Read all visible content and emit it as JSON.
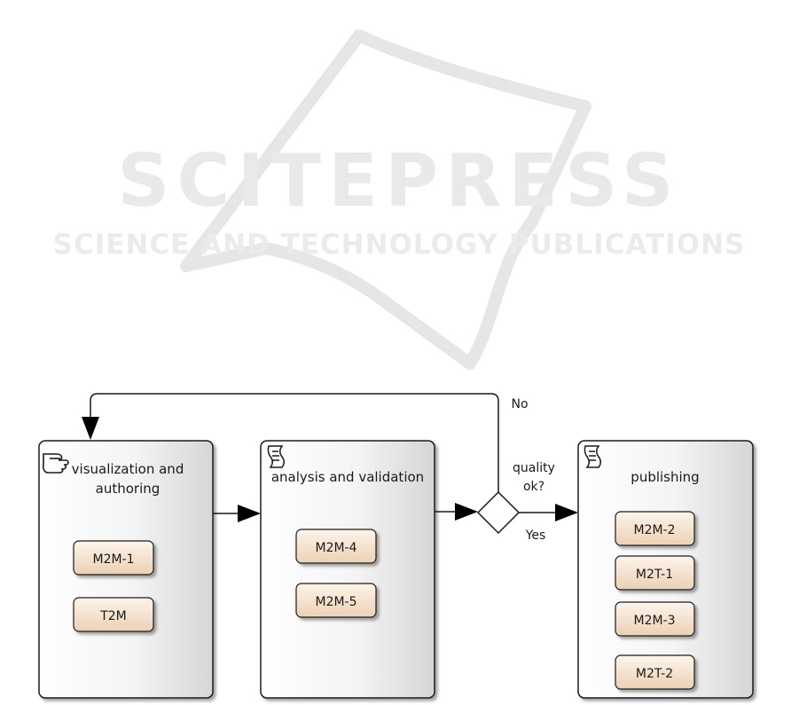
{
  "watermark": {
    "brand": "SCITEPRESS",
    "tagline": "SCIENCE AND TECHNOLOGY PUBLICATIONS"
  },
  "colors": {
    "box_gradient_start": "#ffffff",
    "box_gradient_end": "#d9d9d9",
    "item_fill_start": "#fbf1e7",
    "item_fill_end": "#ecd2b6",
    "stroke": "#1a1a1a",
    "watermark": "#e8e8e8"
  },
  "diagram": {
    "lanes": [
      {
        "id": "visualization",
        "title_line1": "visualization and",
        "title_line2": "authoring",
        "icon": "hand-icon",
        "items": [
          "M2M-1",
          "T2M"
        ]
      },
      {
        "id": "analysis",
        "title_line1": "analysis and validation",
        "title_line2": "",
        "icon": "script-icon",
        "items": [
          "M2M-4",
          "M2M-5"
        ]
      },
      {
        "id": "publishing",
        "title_line1": "publishing",
        "title_line2": "",
        "icon": "script-icon",
        "items": [
          "M2M-2",
          "M2T-1",
          "M2M-3",
          "M2T-2"
        ]
      }
    ],
    "gateway": {
      "label_line1": "quality",
      "label_line2": "ok?",
      "yes_label": "Yes",
      "no_label": "No"
    }
  }
}
